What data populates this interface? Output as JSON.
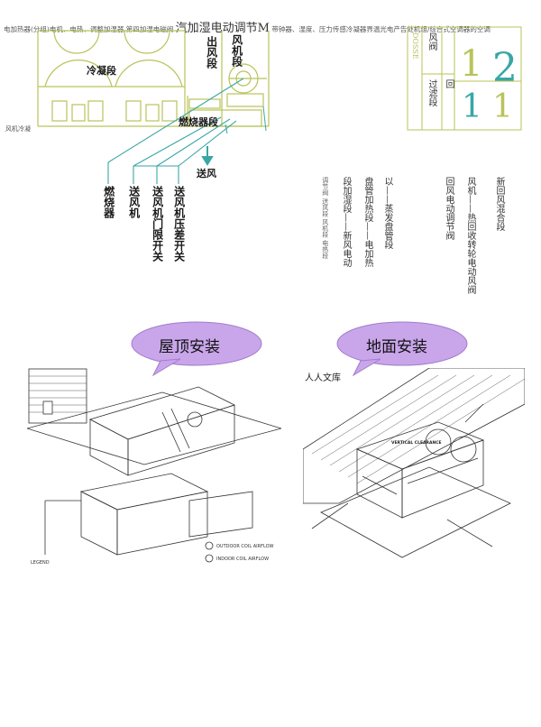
{
  "header": {
    "line_small_1": "电加热器(分组)电机、电热、调整加湿器,第四加湿电磁阀",
    "line_big": "汽加湿电动调节M",
    "line_small_2": "带钟器、湿度、压力传感冷凝器界温光电产告处机组/综合式空调器的空调"
  },
  "top_diagram": {
    "condense_section": "冷凝段",
    "outlet_section": "出风段",
    "fan_section": "风机段",
    "burner_section": "燃烧器段",
    "supply_air": "送风",
    "small_note": "风机冷凝",
    "callouts": [
      "燃烧器",
      "送风机",
      "送风机门限开关",
      "送风机压差开关"
    ]
  },
  "top_right_table": {
    "cell_fan": "风阀",
    "cell_filter": "过滤段",
    "cell_return": "回",
    "side_label": "DOSSE",
    "digits": [
      "1",
      "2",
      "1",
      "1"
    ]
  },
  "middle_text": {
    "col1": "新回风混合段",
    "col2": "风机——热回收转轮电动风阀",
    "col3": "回风电动调节阀",
    "col4": "以——蒸发盘管段",
    "col5": "盘管加热段——电加热",
    "col6": "段加湿段——新风电动",
    "col7": "调节阀 送风段 风机段 电热段"
  },
  "installations": {
    "roof_title": "屋顶安装",
    "ground_title": "地面安装",
    "ground_watermark": "人人文库",
    "vertical_clearance": "VERTICAL CLEARANCE",
    "legend": "LEGEND",
    "outdoor_coil": "OUTDOOR COIL AIRFLOW",
    "indoor_coil": "INDOOR COIL AIRFLOW"
  },
  "colors": {
    "teal": "#3aa6a6",
    "olive": "#b9c35a",
    "bubble_fill": "#c9a6ea",
    "bubble_stroke": "#a27ccc",
    "line": "#333333"
  }
}
